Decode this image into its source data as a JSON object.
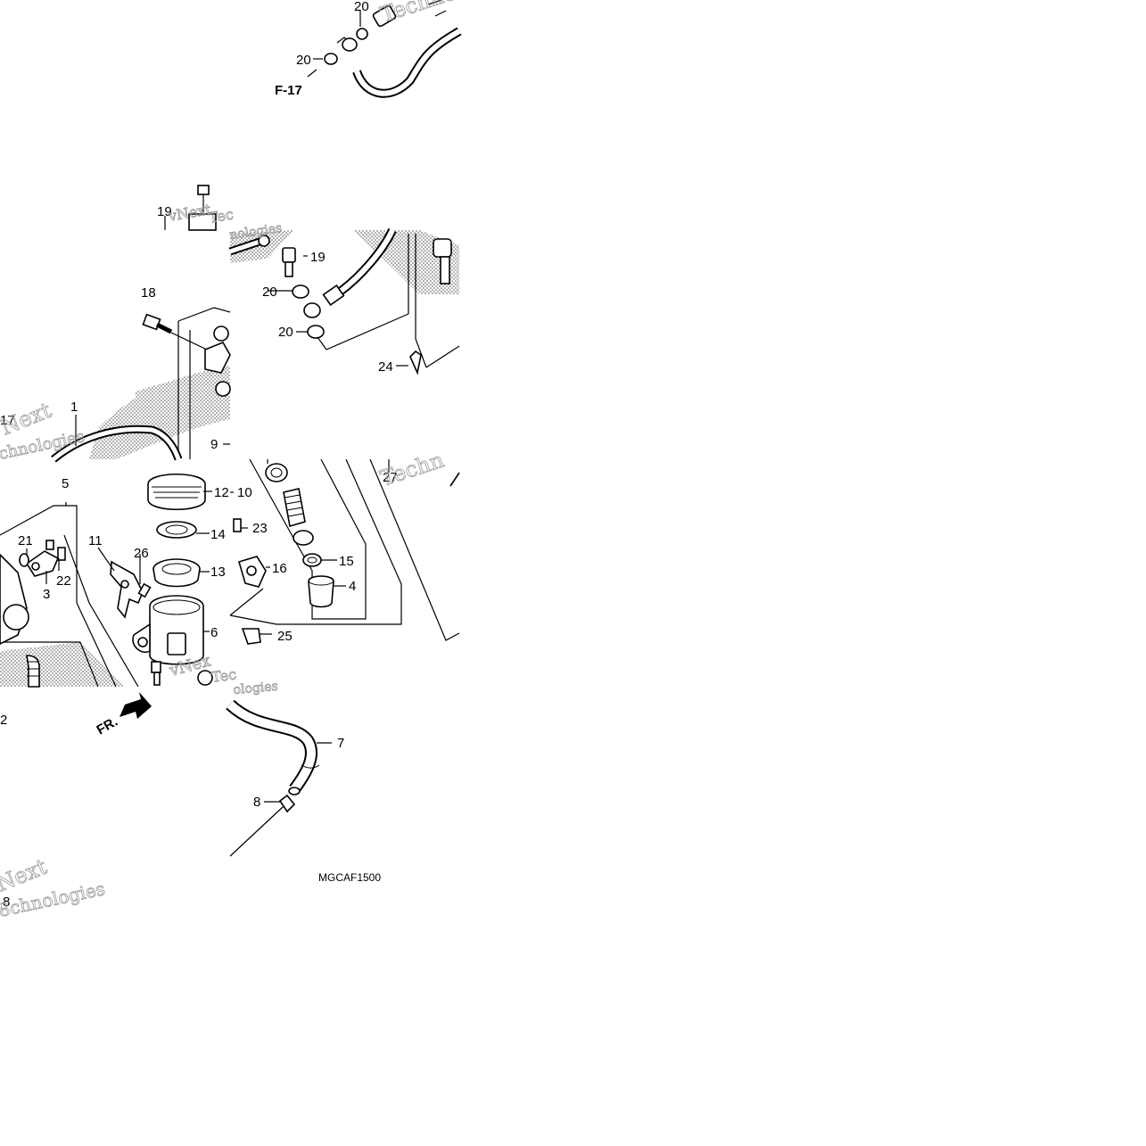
{
  "diagram": {
    "code": "MGCAF1500",
    "refs": {
      "f17": "F-17",
      "fr": "FR."
    },
    "labels": [
      "1",
      "3",
      "4",
      "5",
      "6",
      "7",
      "8",
      "9",
      "10",
      "11",
      "12",
      "13",
      "14",
      "15",
      "16",
      "17",
      "18",
      "19",
      "20",
      "21",
      "22",
      "23",
      "24",
      "25",
      "26",
      "27"
    ],
    "watermarks": [
      "Techno",
      "vNext",
      "Tec",
      "nologies",
      "Next",
      "chnologies",
      "Techn",
      "vNex",
      "Tec",
      "ologies",
      "Next",
      "8chnologies"
    ]
  }
}
